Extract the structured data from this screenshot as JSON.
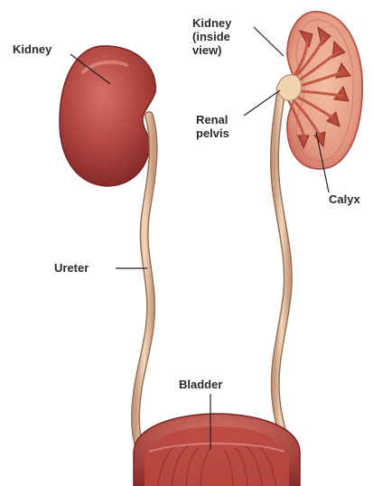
{
  "labels": {
    "kidney_left": "Kidney",
    "kidney_inside_line1": "Kidney",
    "kidney_inside_line2": "(inside",
    "kidney_inside_line3": "view)",
    "renal_pelvis_line1": "Renal",
    "renal_pelvis_line2": "pelvis",
    "calyx": "Calyx",
    "ureter": "Ureter",
    "bladder": "Bladder"
  },
  "colors": {
    "kidney_outer": "#a53a3a",
    "kidney_inner": "#e5a08a",
    "calyx": "#b94a3a",
    "pelvis": "#f2d2b0",
    "ureter": "#e9c8a6",
    "bladder": "#c0504a",
    "label_text": "#2a2a2a",
    "leader_line": "#222222"
  }
}
